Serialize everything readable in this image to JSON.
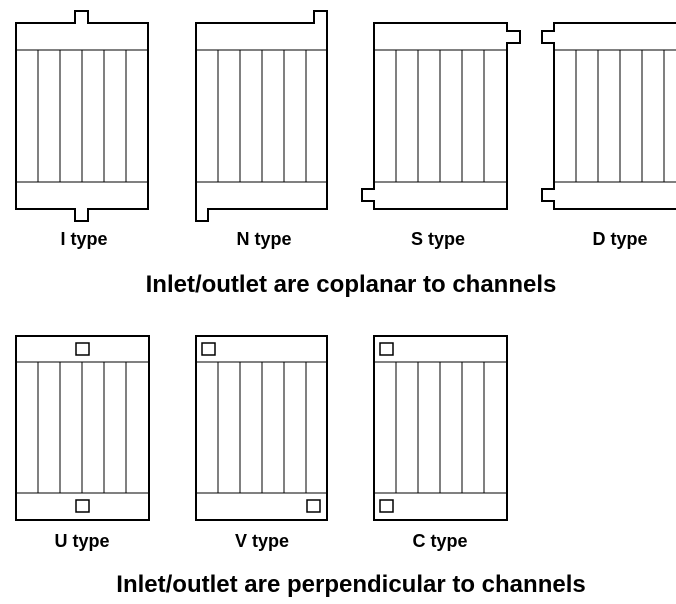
{
  "rows": [
    {
      "caption": "Inlet/outlet are coplanar to channels",
      "items": [
        {
          "label": "I type"
        },
        {
          "label": "N type"
        },
        {
          "label": "S type"
        },
        {
          "label": "D type"
        }
      ]
    },
    {
      "caption": "Inlet/outlet are perpendicular to channels",
      "items": [
        {
          "label": "U type"
        },
        {
          "label": "V type"
        },
        {
          "label": "C type"
        }
      ]
    }
  ]
}
